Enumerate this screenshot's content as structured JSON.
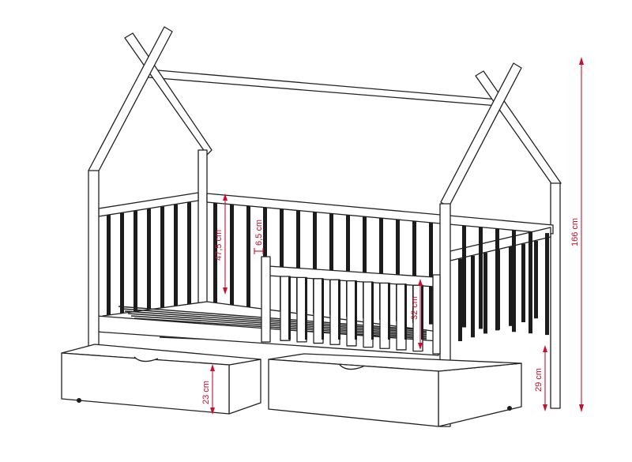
{
  "dimensions": {
    "total_height": "166 cm",
    "side_rail_height": "47,5 cm",
    "slat_gap": "6,5 cm",
    "guard_rail_height": "32 cm",
    "under_bed_clearance": "29 cm",
    "drawer_height": "23 cm"
  },
  "colors": {
    "dimension": "#c8102e",
    "outline": "#222222"
  }
}
